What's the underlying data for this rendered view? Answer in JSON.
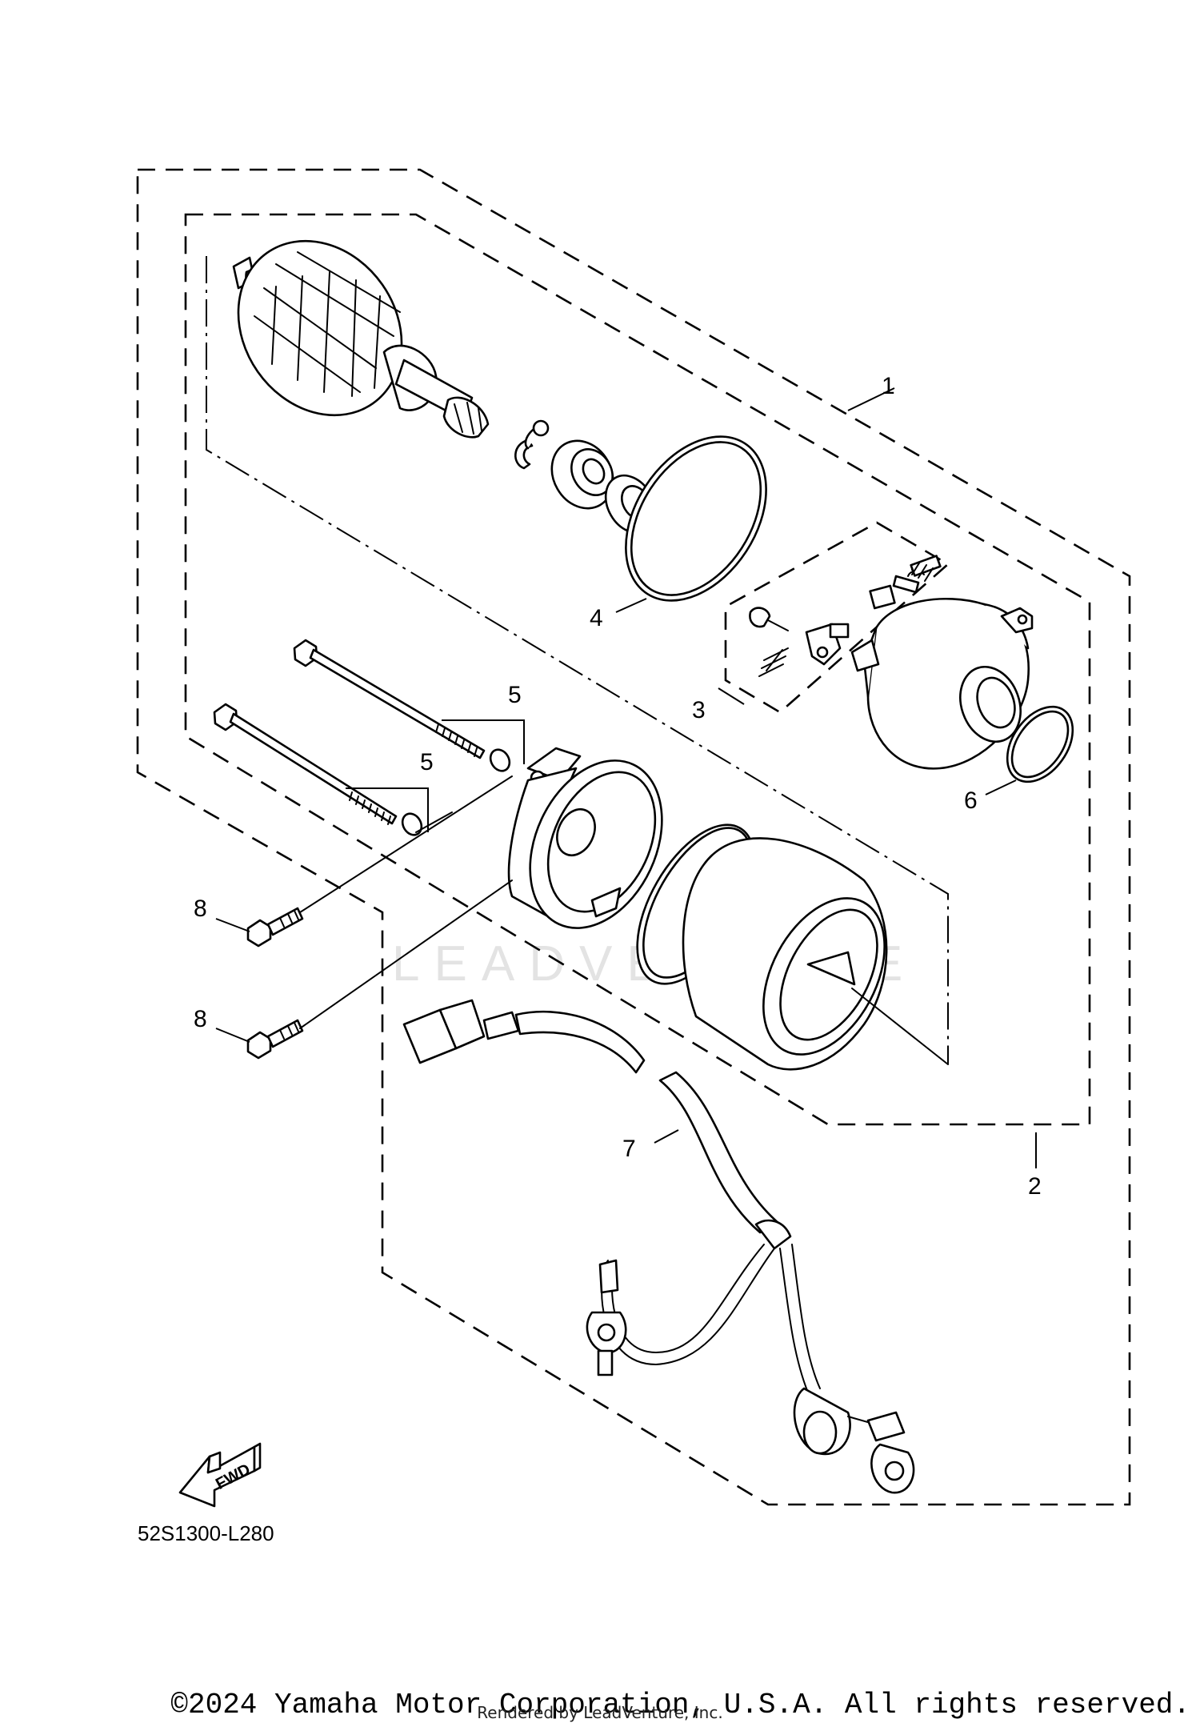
{
  "callouts": {
    "c1": "1",
    "c2": "2",
    "c3": "3",
    "c4": "4",
    "c5a": "5",
    "c5b": "5",
    "c6": "6",
    "c7": "7",
    "c8a": "8",
    "c8b": "8"
  },
  "fwd_label": "FWD",
  "diagram_code": "52S1300-L280",
  "watermark": "LEADVENTURE",
  "copyright": "©2024 Yamaha Motor Corporation, U.S.A. All rights reserved.",
  "rendered_by": "Rendered by LeadVenture, Inc."
}
